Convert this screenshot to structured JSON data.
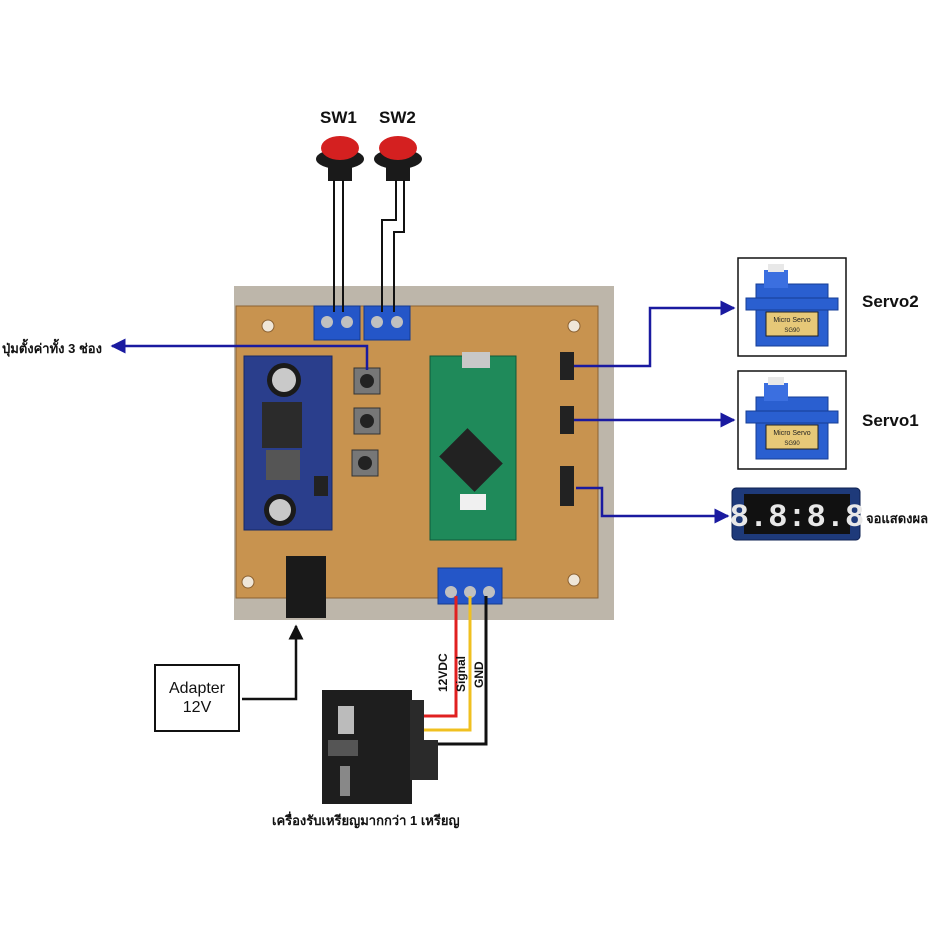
{
  "switches": [
    {
      "label": "SW1"
    },
    {
      "label": "SW2"
    }
  ],
  "labels": {
    "buttons": "ปุ่มตั้งค่าทั้ง 3 ช่อง",
    "servo2": "Servo2",
    "servo1": "Servo1",
    "display": "จอแสดงผล",
    "coin": "เครื่องรับเหรียญมากกว่า 1 เหรียญ",
    "adapter_line1": "Adapter",
    "adapter_line2": "12V"
  },
  "wires": [
    {
      "label": "12VDC",
      "color": "#e02020"
    },
    {
      "label": "Signal",
      "color": "#f0c020"
    },
    {
      "label": "GND",
      "color": "#111111"
    }
  ],
  "display_digits": "8.8:8.8",
  "servo_text": [
    "Micro Servo",
    "SG90"
  ],
  "colors": {
    "arrow": "#1a1aa0",
    "board": "#c8934f",
    "nano": "#1f8a5a",
    "terminal": "#2456c8",
    "servo": "#2a5fd0",
    "button_red": "#d42020"
  }
}
